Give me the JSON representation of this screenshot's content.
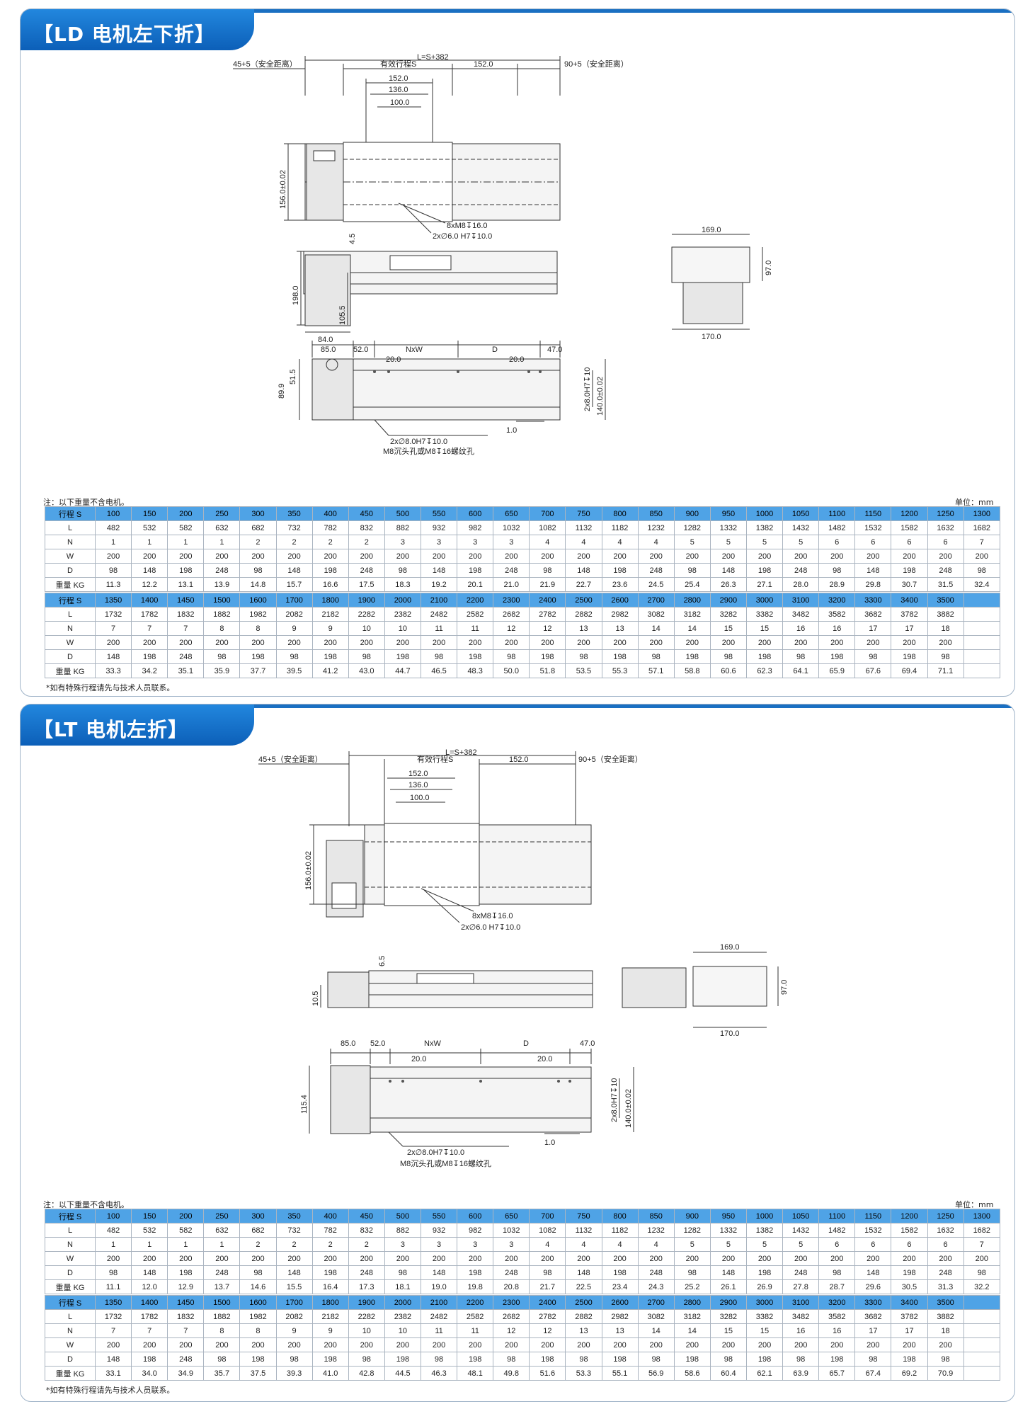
{
  "sections": [
    {
      "title": "【LD 电机左下折】",
      "dims": {
        "L": "L=S+382",
        "left_safe": "45+5（安全距离）",
        "stroke": "有效行程S",
        "d152a": "152.0",
        "right_safe": "90+5（安全距离）",
        "d152b": "152.0",
        "d136": "136.0",
        "d100": "100.0",
        "h156": "156.0±0.02",
        "holes1": "8xM8↧16.0",
        "holes2": "2x∅6.0 H7↧10.0",
        "h4_5": "4.5",
        "h198": "198.0",
        "h105_5": "105.5",
        "w84": "84.0",
        "w169": "169.0",
        "h97": "97.0",
        "w170": "170.0",
        "w85": "85.0",
        "w52": "52.0",
        "NxW": "NxW",
        "D": "D",
        "w47": "47.0",
        "w20a": "20.0",
        "w20b": "20.0",
        "h89_9": "89.9",
        "h51_5": "51.5",
        "pin": "2x8.0H7↧10",
        "h140": "140.0±0.02",
        "holes3": "2x∅8.0H7↧10.0",
        "holes4": "M8沉头孔或M8↧16螺纹孔",
        "w1": "1.0"
      },
      "note_left": "注：以下重量不含电机。",
      "note_right": "单位：mm",
      "table1": {
        "S": [
          "行程 S",
          "100",
          "150",
          "200",
          "250",
          "300",
          "350",
          "400",
          "450",
          "500",
          "550",
          "600",
          "650",
          "700",
          "750",
          "800",
          "850",
          "900",
          "950",
          "1000",
          "1050",
          "1100",
          "1150",
          "1200",
          "1250",
          "1300"
        ],
        "L": [
          "L",
          "482",
          "532",
          "582",
          "632",
          "682",
          "732",
          "782",
          "832",
          "882",
          "932",
          "982",
          "1032",
          "1082",
          "1132",
          "1182",
          "1232",
          "1282",
          "1332",
          "1382",
          "1432",
          "1482",
          "1532",
          "1582",
          "1632",
          "1682"
        ],
        "N": [
          "N",
          "1",
          "1",
          "1",
          "1",
          "2",
          "2",
          "2",
          "2",
          "3",
          "3",
          "3",
          "3",
          "4",
          "4",
          "4",
          "4",
          "5",
          "5",
          "5",
          "5",
          "6",
          "6",
          "6",
          "6",
          "7"
        ],
        "W": [
          "W",
          "200",
          "200",
          "200",
          "200",
          "200",
          "200",
          "200",
          "200",
          "200",
          "200",
          "200",
          "200",
          "200",
          "200",
          "200",
          "200",
          "200",
          "200",
          "200",
          "200",
          "200",
          "200",
          "200",
          "200",
          "200"
        ],
        "D": [
          "D",
          "98",
          "148",
          "198",
          "248",
          "98",
          "148",
          "198",
          "248",
          "98",
          "148",
          "198",
          "248",
          "98",
          "148",
          "198",
          "248",
          "98",
          "148",
          "198",
          "248",
          "98",
          "148",
          "198",
          "248",
          "98"
        ],
        "KG": [
          "重量 KG",
          "11.3",
          "12.2",
          "13.1",
          "13.9",
          "14.8",
          "15.7",
          "16.6",
          "17.5",
          "18.3",
          "19.2",
          "20.1",
          "21.0",
          "21.9",
          "22.7",
          "23.6",
          "24.5",
          "25.4",
          "26.3",
          "27.1",
          "28.0",
          "28.9",
          "29.8",
          "30.7",
          "31.5",
          "32.4"
        ]
      },
      "table2": {
        "S": [
          "行程 S",
          "1350",
          "1400",
          "1450",
          "1500",
          "1600",
          "1700",
          "1800",
          "1900",
          "2000",
          "2100",
          "2200",
          "2300",
          "2400",
          "2500",
          "2600",
          "2700",
          "2800",
          "2900",
          "3000",
          "3100",
          "3200",
          "3300",
          "3400",
          "3500",
          ""
        ],
        "L": [
          "L",
          "1732",
          "1782",
          "1832",
          "1882",
          "1982",
          "2082",
          "2182",
          "2282",
          "2382",
          "2482",
          "2582",
          "2682",
          "2782",
          "2882",
          "2982",
          "3082",
          "3182",
          "3282",
          "3382",
          "3482",
          "3582",
          "3682",
          "3782",
          "3882",
          ""
        ],
        "N": [
          "N",
          "7",
          "7",
          "7",
          "8",
          "8",
          "9",
          "9",
          "10",
          "10",
          "11",
          "11",
          "12",
          "12",
          "13",
          "13",
          "14",
          "14",
          "15",
          "15",
          "16",
          "16",
          "17",
          "17",
          "18",
          ""
        ],
        "W": [
          "W",
          "200",
          "200",
          "200",
          "200",
          "200",
          "200",
          "200",
          "200",
          "200",
          "200",
          "200",
          "200",
          "200",
          "200",
          "200",
          "200",
          "200",
          "200",
          "200",
          "200",
          "200",
          "200",
          "200",
          "200",
          ""
        ],
        "D": [
          "D",
          "148",
          "198",
          "248",
          "98",
          "198",
          "98",
          "198",
          "98",
          "198",
          "98",
          "198",
          "98",
          "198",
          "98",
          "198",
          "98",
          "198",
          "98",
          "198",
          "98",
          "198",
          "98",
          "198",
          "98",
          ""
        ],
        "KG": [
          "重量 KG",
          "33.3",
          "34.2",
          "35.1",
          "35.9",
          "37.7",
          "39.5",
          "41.2",
          "43.0",
          "44.7",
          "46.5",
          "48.3",
          "50.0",
          "51.8",
          "53.5",
          "55.3",
          "57.1",
          "58.8",
          "60.6",
          "62.3",
          "64.1",
          "65.9",
          "67.6",
          "69.4",
          "71.1",
          ""
        ]
      },
      "footnote": "*如有特殊行程请先与技术人员联系。"
    },
    {
      "title": "【LT 电机左折】",
      "dims": {
        "L": "L=S+382",
        "left_safe": "45+5（安全距离）",
        "stroke": "有效行程S",
        "d152a": "152.0",
        "right_safe": "90+5（安全距离）",
        "d152b": "152.0",
        "d136": "136.0",
        "d100": "100.0",
        "h156": "156.0±0.02",
        "holes1": "8xM8↧16.0",
        "holes2": "2x∅6.0 H7↧10.0",
        "h6_5": "6.5",
        "h10_5": "10.5",
        "w169": "169.0",
        "h97": "97.0",
        "w170": "170.0",
        "w85": "85.0",
        "w52": "52.0",
        "NxW": "NxW",
        "D": "D",
        "w47": "47.0",
        "w20a": "20.0",
        "w20b": "20.0",
        "h115_4": "115.4",
        "pin": "2x8.0H7↧10",
        "h140": "140.0±0.02",
        "holes3": "2x∅8.0H7↧10.0",
        "holes4": "M8沉头孔或M8↧16螺纹孔",
        "w1": "1.0"
      },
      "note_left": "注：以下重量不含电机。",
      "note_right": "单位：mm",
      "table1": {
        "S": [
          "行程 S",
          "100",
          "150",
          "200",
          "250",
          "300",
          "350",
          "400",
          "450",
          "500",
          "550",
          "600",
          "650",
          "700",
          "750",
          "800",
          "850",
          "900",
          "950",
          "1000",
          "1050",
          "1100",
          "1150",
          "1200",
          "1250",
          "1300"
        ],
        "L": [
          "L",
          "482",
          "532",
          "582",
          "632",
          "682",
          "732",
          "782",
          "832",
          "882",
          "932",
          "982",
          "1032",
          "1082",
          "1132",
          "1182",
          "1232",
          "1282",
          "1332",
          "1382",
          "1432",
          "1482",
          "1532",
          "1582",
          "1632",
          "1682"
        ],
        "N": [
          "N",
          "1",
          "1",
          "1",
          "1",
          "2",
          "2",
          "2",
          "2",
          "3",
          "3",
          "3",
          "3",
          "4",
          "4",
          "4",
          "4",
          "5",
          "5",
          "5",
          "5",
          "6",
          "6",
          "6",
          "6",
          "7"
        ],
        "W": [
          "W",
          "200",
          "200",
          "200",
          "200",
          "200",
          "200",
          "200",
          "200",
          "200",
          "200",
          "200",
          "200",
          "200",
          "200",
          "200",
          "200",
          "200",
          "200",
          "200",
          "200",
          "200",
          "200",
          "200",
          "200",
          "200"
        ],
        "D": [
          "D",
          "98",
          "148",
          "198",
          "248",
          "98",
          "148",
          "198",
          "248",
          "98",
          "148",
          "198",
          "248",
          "98",
          "148",
          "198",
          "248",
          "98",
          "148",
          "198",
          "248",
          "98",
          "148",
          "198",
          "248",
          "98"
        ],
        "KG": [
          "重量 KG",
          "11.1",
          "12.0",
          "12.9",
          "13.7",
          "14.6",
          "15.5",
          "16.4",
          "17.3",
          "18.1",
          "19.0",
          "19.8",
          "20.8",
          "21.7",
          "22.5",
          "23.4",
          "24.3",
          "25.2",
          "26.1",
          "26.9",
          "27.8",
          "28.7",
          "29.6",
          "30.5",
          "31.3",
          "32.2"
        ]
      },
      "table2": {
        "S": [
          "行程 S",
          "1350",
          "1400",
          "1450",
          "1500",
          "1600",
          "1700",
          "1800",
          "1900",
          "2000",
          "2100",
          "2200",
          "2300",
          "2400",
          "2500",
          "2600",
          "2700",
          "2800",
          "2900",
          "3000",
          "3100",
          "3200",
          "3300",
          "3400",
          "3500",
          ""
        ],
        "L": [
          "L",
          "1732",
          "1782",
          "1832",
          "1882",
          "1982",
          "2082",
          "2182",
          "2282",
          "2382",
          "2482",
          "2582",
          "2682",
          "2782",
          "2882",
          "2982",
          "3082",
          "3182",
          "3282",
          "3382",
          "3482",
          "3582",
          "3682",
          "3782",
          "3882",
          ""
        ],
        "N": [
          "N",
          "7",
          "7",
          "7",
          "8",
          "8",
          "9",
          "9",
          "10",
          "10",
          "11",
          "11",
          "12",
          "12",
          "13",
          "13",
          "14",
          "14",
          "15",
          "15",
          "16",
          "16",
          "17",
          "17",
          "18",
          ""
        ],
        "W": [
          "W",
          "200",
          "200",
          "200",
          "200",
          "200",
          "200",
          "200",
          "200",
          "200",
          "200",
          "200",
          "200",
          "200",
          "200",
          "200",
          "200",
          "200",
          "200",
          "200",
          "200",
          "200",
          "200",
          "200",
          "200",
          ""
        ],
        "D": [
          "D",
          "148",
          "198",
          "248",
          "98",
          "198",
          "98",
          "198",
          "98",
          "198",
          "98",
          "198",
          "98",
          "198",
          "98",
          "198",
          "98",
          "198",
          "98",
          "198",
          "98",
          "198",
          "98",
          "198",
          "98",
          ""
        ],
        "KG": [
          "重量 KG",
          "33.1",
          "34.0",
          "34.9",
          "35.7",
          "37.5",
          "39.3",
          "41.0",
          "42.8",
          "44.5",
          "46.3",
          "48.1",
          "49.8",
          "51.6",
          "53.3",
          "55.1",
          "56.9",
          "58.6",
          "60.4",
          "62.1",
          "63.9",
          "65.7",
          "67.4",
          "69.2",
          "70.9",
          ""
        ]
      },
      "footnote": "*如有特殊行程请先与技术人员联系。"
    }
  ]
}
